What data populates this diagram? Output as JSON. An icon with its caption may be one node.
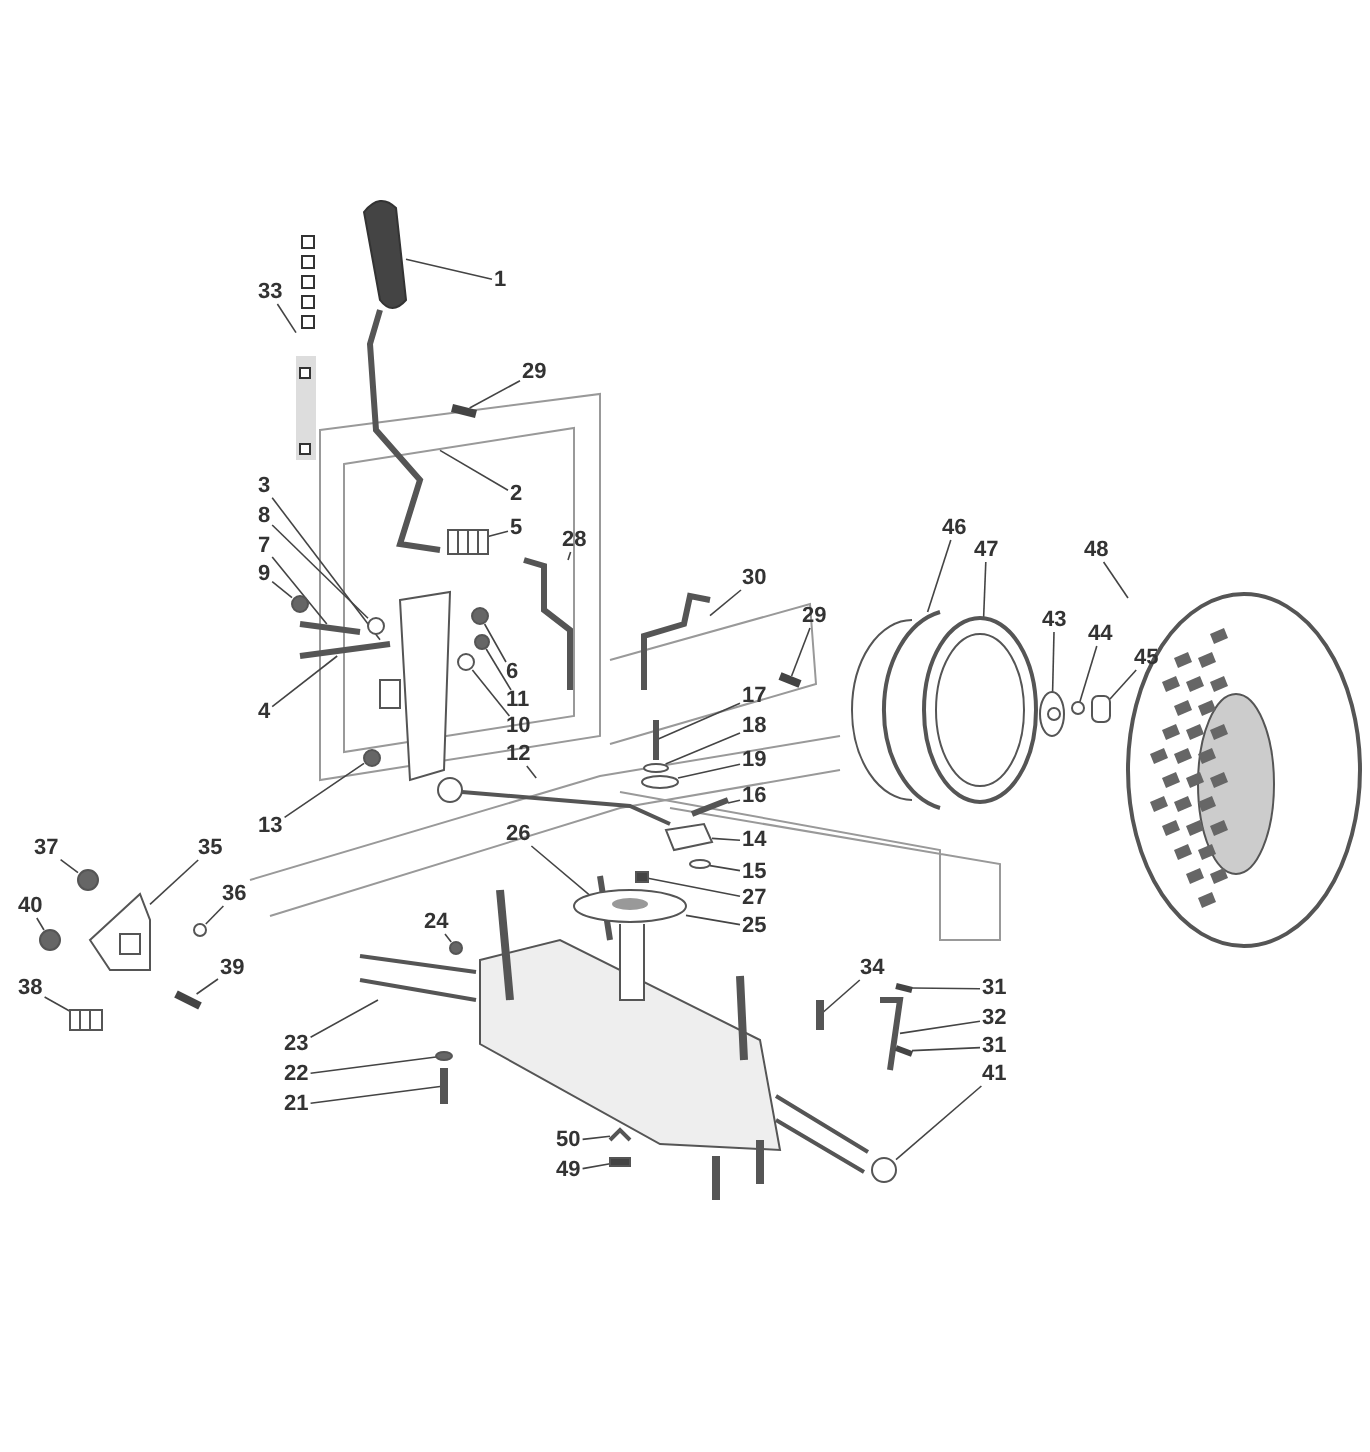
{
  "diagram": {
    "nodes": [
      {
        "text": [
          "1"
        ]
      },
      {
        "text": [
          "33"
        ]
      },
      {
        "text": [
          "29"
        ]
      },
      {
        "text": [
          "3"
        ]
      },
      {
        "text": [
          "2"
        ]
      },
      {
        "text": [
          "8"
        ]
      },
      {
        "text": [
          "5"
        ]
      },
      {
        "text": [
          "28"
        ]
      },
      {
        "text": [
          "7"
        ]
      },
      {
        "text": [
          "46"
        ]
      },
      {
        "text": [
          "47"
        ]
      },
      {
        "text": [
          "48"
        ]
      },
      {
        "text": [
          "9"
        ]
      },
      {
        "text": [
          "30"
        ]
      },
      {
        "text": [
          "29"
        ]
      },
      {
        "text": [
          "43"
        ]
      },
      {
        "text": [
          "44"
        ]
      },
      {
        "text": [
          "45"
        ]
      },
      {
        "text": [
          "6"
        ]
      },
      {
        "text": [
          "4"
        ]
      },
      {
        "text": [
          "11"
        ]
      },
      {
        "text": [
          "17"
        ]
      },
      {
        "text": [
          "10"
        ]
      },
      {
        "text": [
          "18"
        ]
      },
      {
        "text": [
          "12"
        ]
      },
      {
        "text": [
          "19"
        ]
      },
      {
        "text": [
          "16"
        ]
      },
      {
        "text": [
          "13"
        ]
      },
      {
        "text": [
          "26"
        ]
      },
      {
        "text": [
          "14"
        ]
      },
      {
        "text": [
          "35"
        ]
      },
      {
        "text": [
          "37"
        ]
      },
      {
        "text": [
          "15"
        ]
      },
      {
        "text": [
          "36"
        ]
      },
      {
        "text": [
          "27"
        ]
      },
      {
        "text": [
          "40"
        ]
      },
      {
        "text": [
          "25"
        ]
      },
      {
        "text": [
          "24"
        ]
      },
      {
        "text": [
          "34"
        ]
      },
      {
        "text": [
          "39"
        ]
      },
      {
        "text": [
          "31"
        ]
      },
      {
        "text": [
          "38"
        ]
      },
      {
        "text": [
          "32"
        ]
      },
      {
        "text": [
          "23"
        ]
      },
      {
        "text": [
          "31"
        ]
      },
      {
        "text": [
          "22"
        ]
      },
      {
        "text": [
          "41"
        ]
      },
      {
        "text": [
          "21"
        ]
      },
      {
        "text": [
          "50"
        ]
      },
      {
        "text": [
          "49"
        ]
      },
      {
        "text": [],
        "shape": "picture"
      },
      {
        "text": [],
        "shape": "picture"
      },
      {
        "text": [],
        "shape": "picture"
      },
      {
        "text": [],
        "shape": "picture"
      },
      {
        "text": [],
        "shape": "picture"
      },
      {
        "text": [],
        "shape": "circle"
      },
      {
        "text": [],
        "shape": "picture"
      },
      {
        "text": [],
        "shape": "picture"
      },
      {
        "text": [],
        "shape": "picture"
      },
      {
        "text": [],
        "shape": "picture"
      },
      {
        "text": [],
        "shape": "picture"
      },
      {
        "text": [],
        "shape": "picture"
      },
      {
        "text": [],
        "shape": "circle"
      },
      {
        "text": [],
        "shape": "picture"
      },
      {
        "text": [],
        "shape": "picture"
      },
      {
        "text": [],
        "shape": "picture"
      },
      {
        "text": [],
        "shape": "circle"
      },
      {
        "text": [],
        "shape": "box"
      },
      {
        "text": [],
        "shape": "circle"
      },
      {
        "text": [],
        "shape": "picture"
      },
      {
        "text": [],
        "shape": "circle"
      },
      {
        "text": [],
        "shape": "picture"
      },
      {
        "text": [],
        "shape": "circle"
      },
      {
        "text": [],
        "shape": "ellipse"
      },
      {
        "text": [],
        "shape": "picture"
      },
      {
        "text": [],
        "shape": "ellipse"
      },
      {
        "text": [],
        "shape": "picture"
      },
      {
        "text": [],
        "shape": "circle"
      },
      {
        "text": [],
        "shape": "picture"
      },
      {
        "text": [],
        "shape": "picture"
      },
      {
        "text": [],
        "shape": "picture"
      },
      {
        "text": [],
        "shape": "circle"
      },
      {
        "text": [],
        "shape": "ellipse"
      },
      {
        "text": [],
        "shape": "circle"
      },
      {
        "text": [],
        "shape": "box"
      },
      {
        "text": [],
        "shape": "circle"
      },
      {
        "text": [],
        "shape": "picture"
      },
      {
        "text": [],
        "shape": "circle"
      },
      {
        "text": [],
        "shape": "picture"
      },
      {
        "text": [],
        "shape": "picture"
      },
      {
        "text": [],
        "shape": "picture"
      },
      {
        "text": [],
        "shape": "picture"
      },
      {
        "text": [],
        "shape": "picture"
      },
      {
        "text": [],
        "shape": "picture"
      },
      {
        "text": [],
        "shape": "picture"
      },
      {
        "text": [],
        "shape": "ellipse"
      },
      {
        "text": [],
        "shape": "circle"
      },
      {
        "text": [],
        "shape": "picture"
      },
      {
        "text": [],
        "shape": "picture"
      },
      {
        "text": [],
        "shape": "box"
      }
    ],
    "edges": [
      {
        "from": 0,
        "to": 50,
        "arrow": "none"
      },
      {
        "from": 1,
        "to": 51,
        "arrow": "none"
      },
      {
        "from": 2,
        "to": 52,
        "arrow": "none"
      },
      {
        "from": 3,
        "to": 53,
        "arrow": "none"
      },
      {
        "from": 4,
        "to": 54,
        "arrow": "none"
      },
      {
        "from": 5,
        "to": 55,
        "arrow": "none"
      },
      {
        "from": 6,
        "to": 56,
        "arrow": "none"
      },
      {
        "from": 7,
        "to": 57,
        "arrow": "none"
      },
      {
        "from": 8,
        "to": 58,
        "arrow": "none"
      },
      {
        "from": 9,
        "to": 59,
        "arrow": "none"
      },
      {
        "from": 10,
        "to": 60,
        "arrow": "none"
      },
      {
        "from": 11,
        "to": 61,
        "arrow": "none"
      },
      {
        "from": 12,
        "to": 62,
        "arrow": "none"
      },
      {
        "from": 13,
        "to": 63,
        "arrow": "none"
      },
      {
        "from": 14,
        "to": 64,
        "arrow": "none"
      },
      {
        "from": 15,
        "to": 65,
        "arrow": "none"
      },
      {
        "from": 16,
        "to": 66,
        "arrow": "none"
      },
      {
        "from": 17,
        "to": 67,
        "arrow": "none"
      },
      {
        "from": 18,
        "to": 68,
        "arrow": "none"
      },
      {
        "from": 19,
        "to": 69,
        "arrow": "none"
      },
      {
        "from": 20,
        "to": 70,
        "arrow": "none"
      },
      {
        "from": 21,
        "to": 71,
        "arrow": "none"
      },
      {
        "from": 22,
        "to": 72,
        "arrow": "none"
      },
      {
        "from": 23,
        "to": 73,
        "arrow": "none"
      },
      {
        "from": 24,
        "to": 74,
        "arrow": "none"
      },
      {
        "from": 25,
        "to": 75,
        "arrow": "none"
      },
      {
        "from": 26,
        "to": 76,
        "arrow": "none"
      },
      {
        "from": 27,
        "to": 77,
        "arrow": "none"
      },
      {
        "from": 28,
        "to": 78,
        "arrow": "none"
      },
      {
        "from": 29,
        "to": 79,
        "arrow": "none"
      },
      {
        "from": 30,
        "to": 80,
        "arrow": "none"
      },
      {
        "from": 31,
        "to": 81,
        "arrow": "none"
      },
      {
        "from": 32,
        "to": 82,
        "arrow": "none"
      },
      {
        "from": 33,
        "to": 83,
        "arrow": "none"
      },
      {
        "from": 34,
        "to": 84,
        "arrow": "none"
      },
      {
        "from": 35,
        "to": 85,
        "arrow": "none"
      },
      {
        "from": 36,
        "to": 86,
        "arrow": "none"
      },
      {
        "from": 37,
        "to": 87,
        "arrow": "none"
      },
      {
        "from": 38,
        "to": 88,
        "arrow": "none"
      },
      {
        "from": 39,
        "to": 89,
        "arrow": "none"
      },
      {
        "from": 40,
        "to": 90,
        "arrow": "none"
      },
      {
        "from": 41,
        "to": 91,
        "arrow": "none"
      },
      {
        "from": 42,
        "to": 92,
        "arrow": "none"
      },
      {
        "from": 43,
        "to": 93,
        "arrow": "none"
      },
      {
        "from": 44,
        "to": 94,
        "arrow": "none"
      },
      {
        "from": 45,
        "to": 95,
        "arrow": "none"
      },
      {
        "from": 46,
        "to": 96,
        "arrow": "none"
      },
      {
        "from": 47,
        "to": 97,
        "arrow": "none"
      },
      {
        "from": 48,
        "to": 98,
        "arrow": "none"
      },
      {
        "from": 49,
        "to": 99,
        "arrow": "none"
      }
    ]
  }
}
